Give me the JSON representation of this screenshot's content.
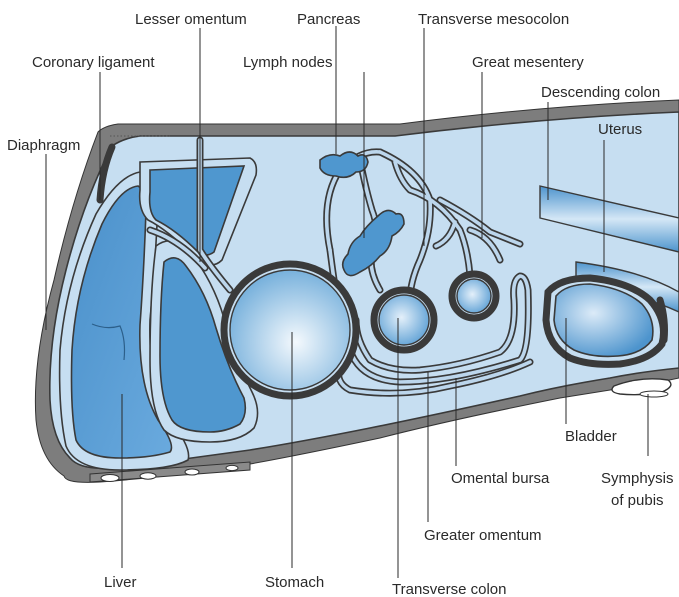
{
  "labels": {
    "lesser_omentum": "Lesser omentum",
    "pancreas": "Pancreas",
    "transverse_mesocolon": "Transverse mesocolon",
    "coronary_ligament": "Coronary ligament",
    "lymph_nodes": "Lymph nodes",
    "great_mesentery": "Great mesentery",
    "descending_colon": "Descending colon",
    "diaphragm": "Diaphragm",
    "uterus": "Uterus",
    "bladder": "Bladder",
    "omental_bursa": "Omental bursa",
    "symphysis_line1": "Symphysis",
    "symphysis_line2": "of pubis",
    "greater_omentum": "Greater omentum",
    "liver": "Liver",
    "stomach": "Stomach",
    "transverse_colon": "Transverse colon"
  },
  "colors": {
    "organ_blue": "#4f97cf",
    "cavity_blue": "#c6def1",
    "wall_gray": "#7d7d7d",
    "outline": "#3a3a3a"
  }
}
